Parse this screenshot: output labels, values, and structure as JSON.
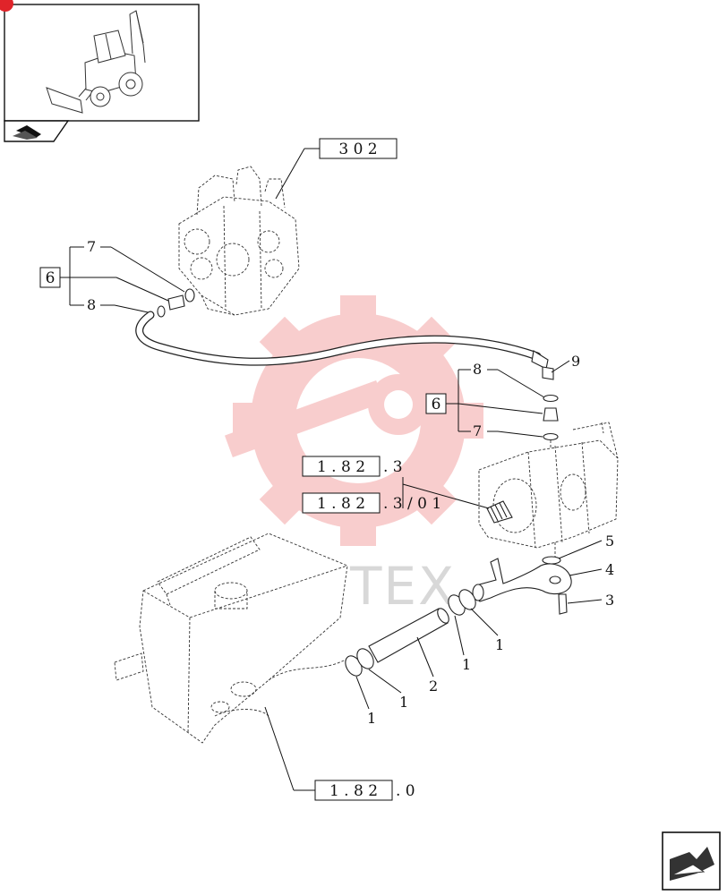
{
  "thumbnail": {
    "icon": "backhoe-loader-icon",
    "nav_icon": "arrow-right-icon"
  },
  "watermark": {
    "text": "ИНТЕХ",
    "color": "#f29a9a"
  },
  "references": {
    "valve_ref": "3 0 2",
    "group_left": "6",
    "group_right": "6",
    "pump_ref_a_box": "1 . 8 2",
    "pump_ref_a_suffix": ". 3",
    "pump_ref_b_box": "1 . 8 2",
    "pump_ref_b_suffix": ". 3 / 0 1",
    "tank_ref_box": "1 . 8 2",
    "tank_ref_suffix": ". 0"
  },
  "callouts": {
    "c7_left": "7",
    "c8_left": "8",
    "c9": "9",
    "c8_right": "8",
    "c7_right": "7",
    "c5": "5",
    "c4": "4",
    "c3": "3",
    "c1_a": "1",
    "c1_b": "1",
    "c1_c": "1",
    "c1_d": "1",
    "c2": "2"
  },
  "footer": {
    "nav_icon": "next-page-arrow-icon"
  }
}
